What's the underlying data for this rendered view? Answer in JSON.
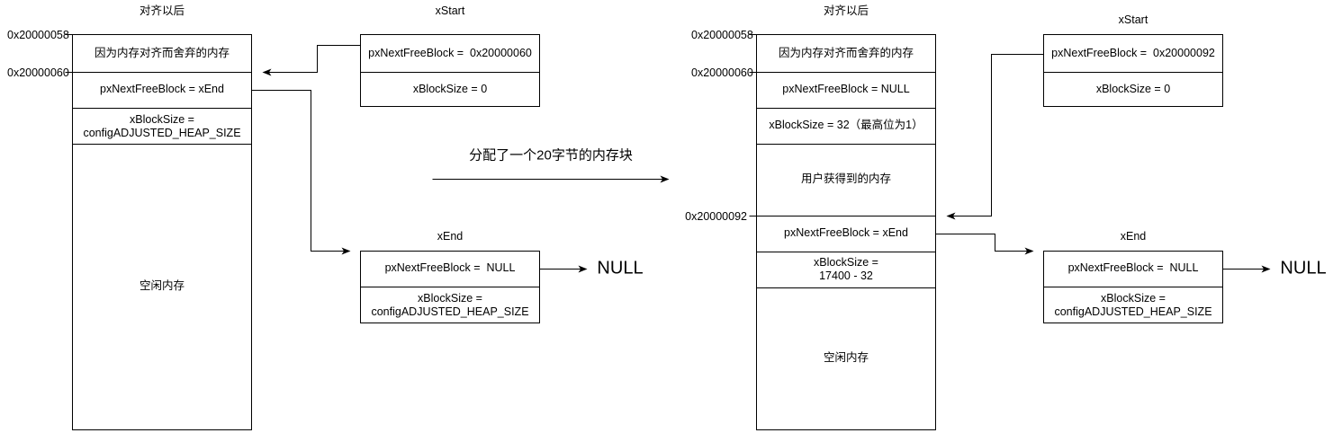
{
  "diagram": {
    "type": "freertos-heap-block-diagram",
    "stroke_color": "#000000",
    "background_color": "#ffffff",
    "transition_label": "分配了一个20字节的内存块",
    "null_label_left": "NULL",
    "null_label_right": "NULL"
  },
  "left_panel": {
    "heap_title": "对齐以后",
    "addresses": [
      {
        "label": "0x20000058"
      },
      {
        "label": "0x20000060"
      }
    ],
    "heap_cells": [
      {
        "line1": "因为内存对齐而舍弃的内存",
        "line2": ""
      },
      {
        "line1": "pxNextFreeBlock = xEnd",
        "line2": ""
      },
      {
        "line1": "xBlockSize =",
        "line2": "configADJUSTED_HEAP_SIZE"
      },
      {
        "line1": "空闲内存",
        "line2": ""
      }
    ],
    "xstart": {
      "title": "xStart",
      "rows": [
        "pxNextFreeBlock =  0x20000060",
        "xBlockSize = 0"
      ]
    },
    "xend": {
      "title": "xEnd",
      "rows": [
        {
          "line1": "pxNextFreeBlock =  NULL",
          "line2": ""
        },
        {
          "line1": "xBlockSize =",
          "line2": "configADJUSTED_HEAP_SIZE"
        }
      ]
    }
  },
  "right_panel": {
    "heap_title": "对齐以后",
    "addresses": [
      {
        "label": "0x20000058"
      },
      {
        "label": "0x20000060"
      },
      {
        "label": "0x20000092"
      }
    ],
    "heap_cells": [
      {
        "line1": "因为内存对齐而舍弃的内存",
        "line2": ""
      },
      {
        "line1": "pxNextFreeBlock = NULL",
        "line2": ""
      },
      {
        "line1": "xBlockSize = 32（最高位为1）",
        "line2": ""
      },
      {
        "line1": "用户获得到的内存",
        "line2": ""
      },
      {
        "line1": "pxNextFreeBlock = xEnd",
        "line2": ""
      },
      {
        "line1": "xBlockSize =",
        "line2": "17400 - 32"
      },
      {
        "line1": "空闲内存",
        "line2": ""
      }
    ],
    "xstart": {
      "title": "xStart",
      "rows": [
        "pxNextFreeBlock =  0x20000092",
        "xBlockSize = 0"
      ]
    },
    "xend": {
      "title": "xEnd",
      "rows": [
        {
          "line1": "pxNextFreeBlock =  NULL",
          "line2": ""
        },
        {
          "line1": "xBlockSize =",
          "line2": "configADJUSTED_HEAP_SIZE"
        }
      ]
    }
  }
}
